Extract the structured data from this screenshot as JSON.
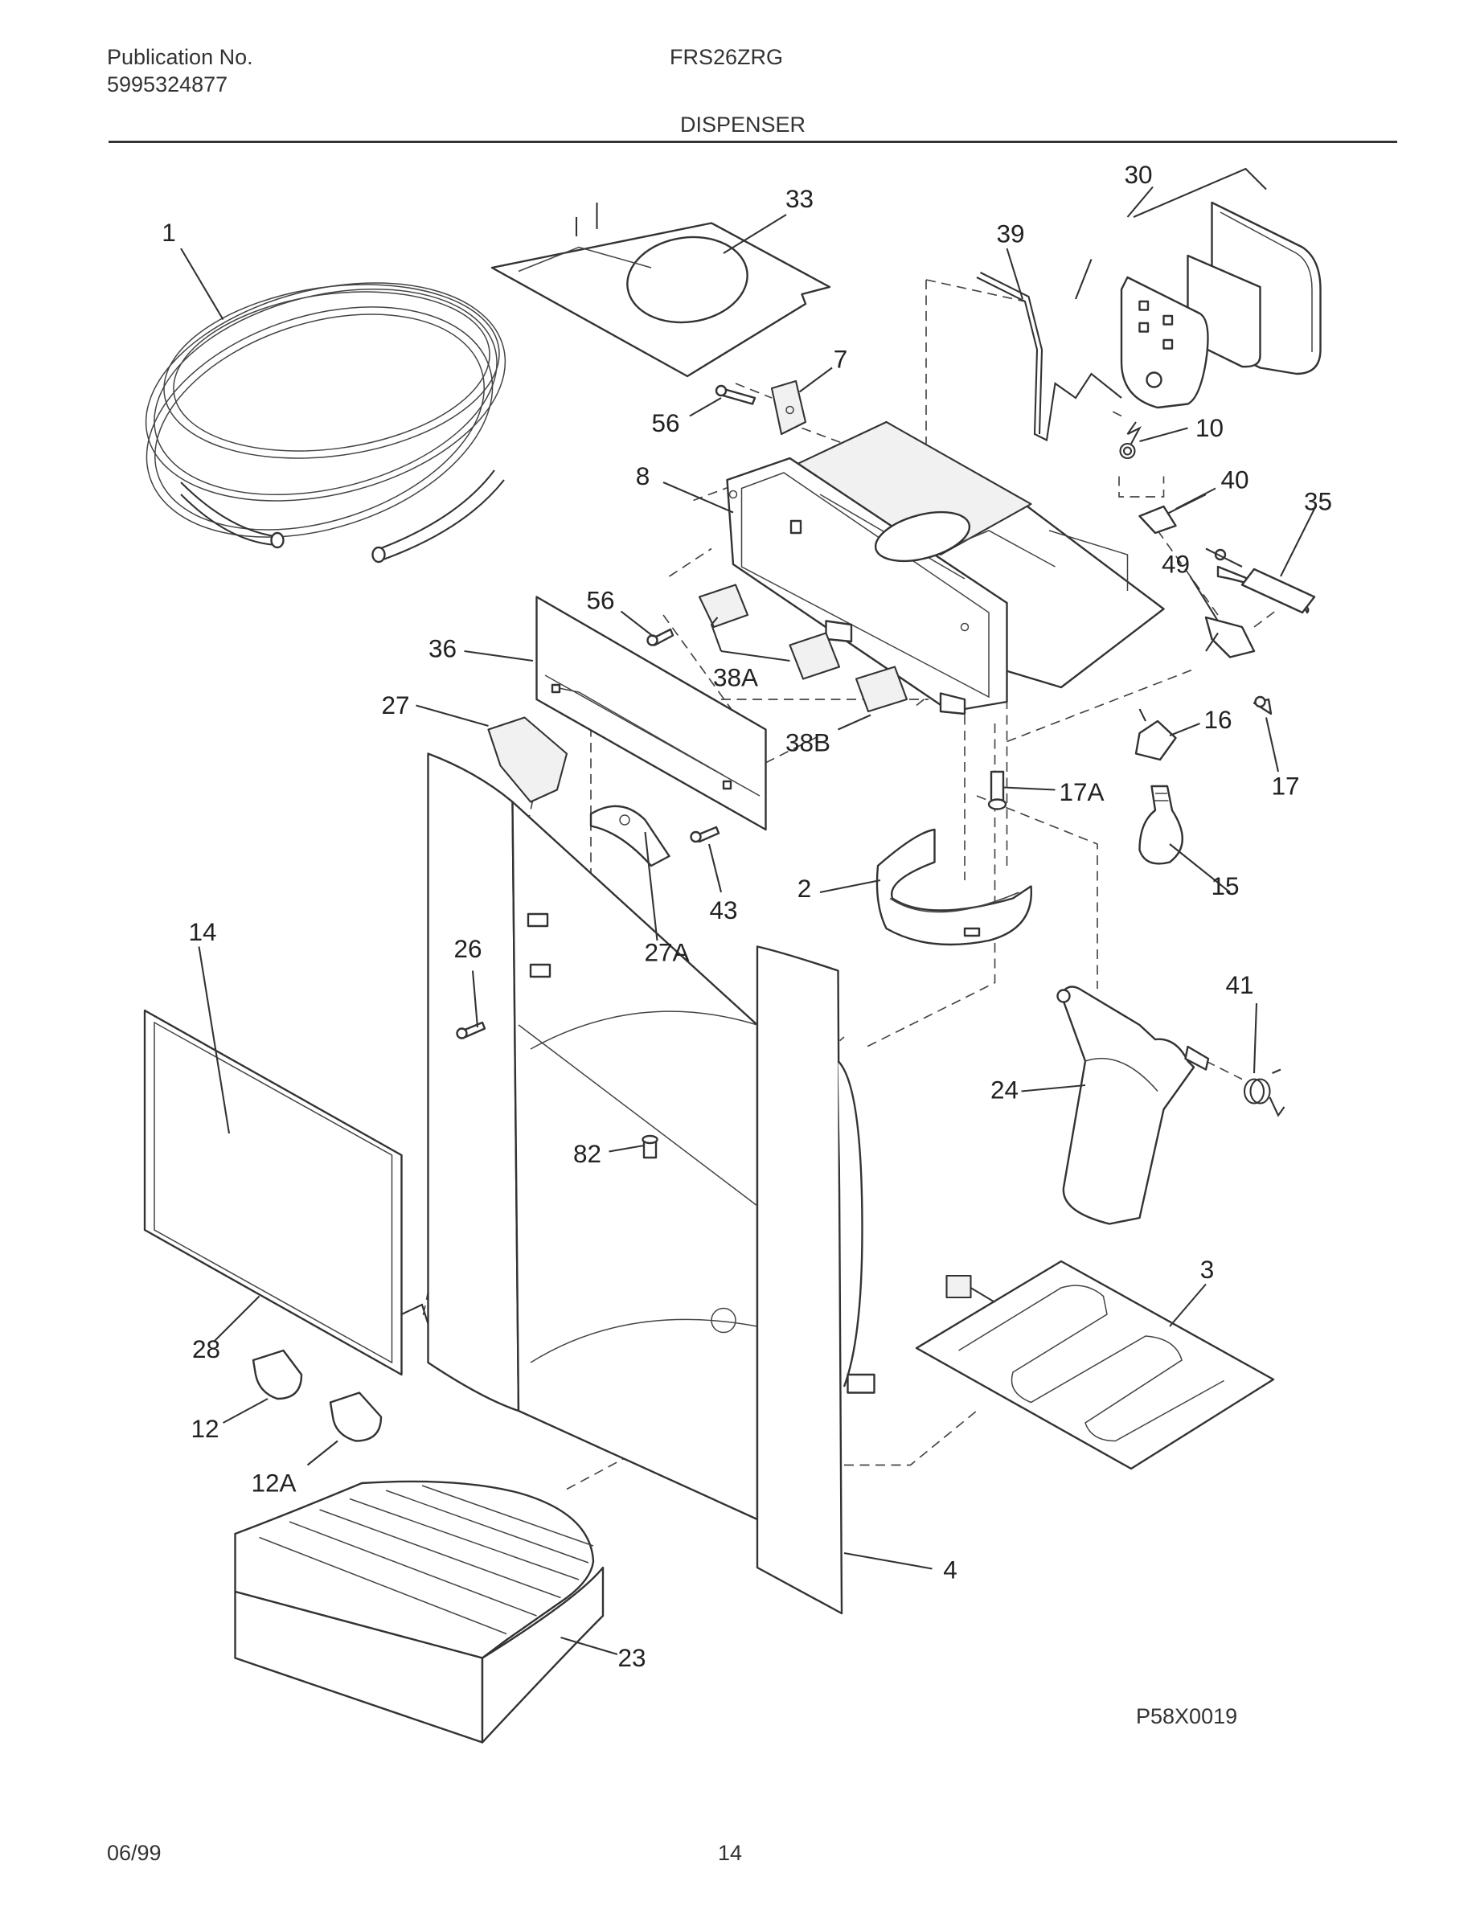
{
  "header": {
    "publication_label": "Publication No.",
    "publication_number": "5995324877",
    "model": "FRS26ZRG",
    "section_title": "DISPENSER"
  },
  "footer": {
    "date": "06/99",
    "page_number": "14"
  },
  "diagram": {
    "figure_code": "P58X0019",
    "callouts": [
      {
        "id": "c1",
        "label": "1"
      },
      {
        "id": "c33",
        "label": "33"
      },
      {
        "id": "c30",
        "label": "30"
      },
      {
        "id": "c39",
        "label": "39"
      },
      {
        "id": "c7",
        "label": "7"
      },
      {
        "id": "c56a",
        "label": "56"
      },
      {
        "id": "c10",
        "label": "10"
      },
      {
        "id": "c8",
        "label": "8"
      },
      {
        "id": "c40",
        "label": "40"
      },
      {
        "id": "c35",
        "label": "35"
      },
      {
        "id": "c49",
        "label": "49"
      },
      {
        "id": "c56b",
        "label": "56"
      },
      {
        "id": "c36",
        "label": "36"
      },
      {
        "id": "c38A",
        "label": "38A"
      },
      {
        "id": "c27",
        "label": "27"
      },
      {
        "id": "c38B",
        "label": "38B"
      },
      {
        "id": "c16",
        "label": "16"
      },
      {
        "id": "c17A",
        "label": "17A"
      },
      {
        "id": "c17",
        "label": "17"
      },
      {
        "id": "c43",
        "label": "43"
      },
      {
        "id": "c2",
        "label": "2"
      },
      {
        "id": "c15",
        "label": "15"
      },
      {
        "id": "c14",
        "label": "14"
      },
      {
        "id": "c26",
        "label": "26"
      },
      {
        "id": "c27A",
        "label": "27A"
      },
      {
        "id": "c41",
        "label": "41"
      },
      {
        "id": "c24",
        "label": "24"
      },
      {
        "id": "c82",
        "label": "82"
      },
      {
        "id": "c3",
        "label": "3"
      },
      {
        "id": "c28",
        "label": "28"
      },
      {
        "id": "c12",
        "label": "12"
      },
      {
        "id": "c12A",
        "label": "12A"
      },
      {
        "id": "c4",
        "label": "4"
      },
      {
        "id": "c23",
        "label": "23"
      }
    ]
  }
}
